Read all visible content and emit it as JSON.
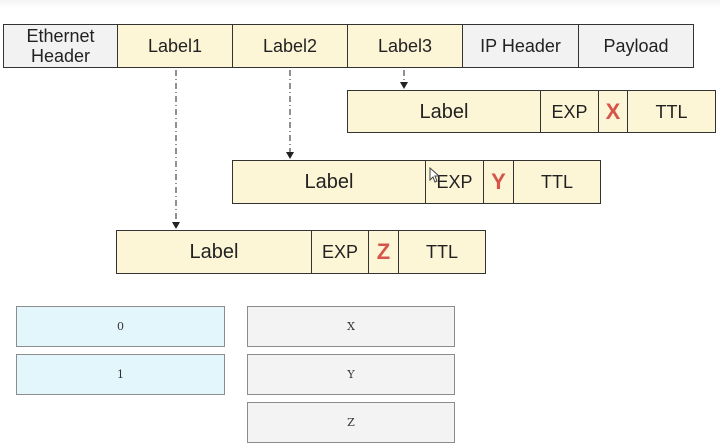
{
  "header_row": {
    "ethernet_header": "Ethernet\nHeader",
    "label1": "Label1",
    "label2": "Label2",
    "label3": "Label3",
    "ip_header": "IP Header",
    "payload": "Payload"
  },
  "label_entries": [
    {
      "label": "Label",
      "exp": "EXP",
      "field": "X",
      "ttl": "TTL"
    },
    {
      "label": "Label",
      "exp": "EXP",
      "field": "Y",
      "ttl": "TTL"
    },
    {
      "label": "Label",
      "exp": "EXP",
      "field": "Z",
      "ttl": "TTL"
    }
  ],
  "option_boxes": {
    "left": [
      "0",
      "1"
    ],
    "right": [
      "X",
      "Y",
      "Z"
    ]
  },
  "colors": {
    "label_fill": "#fdf6d6",
    "header_fill": "#f2f2f2",
    "field_letter": "#d6544a",
    "left_box_fill": "#e3f6fb",
    "right_box_fill": "#f3f3f3"
  }
}
